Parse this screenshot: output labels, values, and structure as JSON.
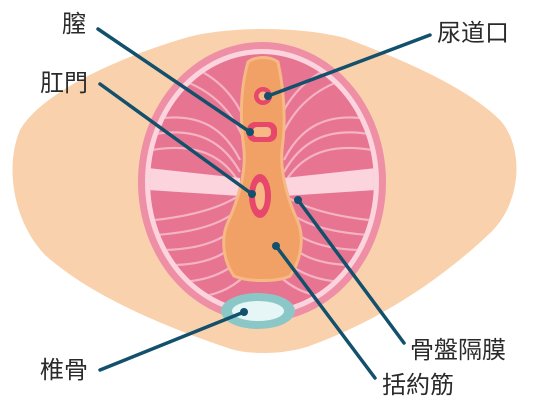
{
  "labels": {
    "vagina": "膣",
    "urethral_opening": "尿道口",
    "anus": "肛門",
    "pelvic_diaphragm": "骨盤隔膜",
    "coccyx": "椎骨",
    "sphincter": "括約筋"
  },
  "colors": {
    "skin": "#f9d2ad",
    "muscle_outer": "#ee8fa6",
    "muscle_fill": "#e77591",
    "muscle_stripe": "#f5b3c4",
    "ring_light": "#fbd4de",
    "center_body": "#f1a165",
    "center_edge": "#f6b884",
    "opening_red": "#e6476b",
    "bone_outline": "#8cc7c7",
    "bone_fill": "#e6f6f6",
    "leader_line": "#12506b"
  }
}
